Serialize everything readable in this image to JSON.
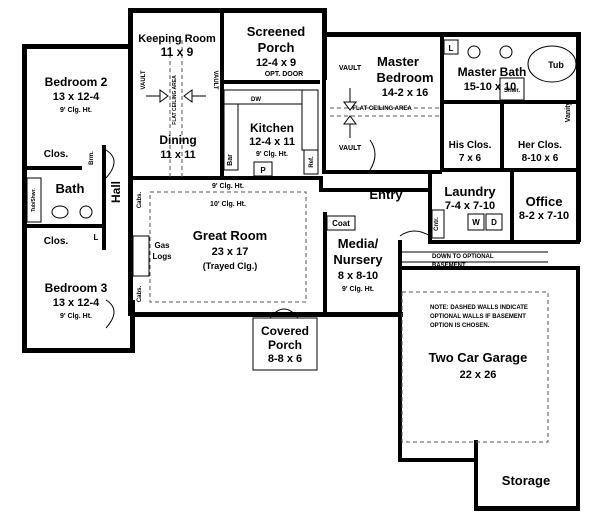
{
  "rooms": {
    "keeping_room": {
      "name": "Keeping Room",
      "size": "11 x 9"
    },
    "screened_porch": {
      "name1": "Screened",
      "name2": "Porch",
      "size": "12-4 x 9",
      "note": "OPT. DOOR"
    },
    "master_bedroom": {
      "name1": "Master",
      "name2": "Bedroom",
      "size": "14-2 x 16"
    },
    "master_bath": {
      "name": "Master Bath",
      "size": "15-10 x 10",
      "tub": "Tub",
      "shower": "Shwr.",
      "vanity": "Vanity",
      "linen": "L"
    },
    "bedroom2": {
      "name": "Bedroom 2",
      "size": "13 x 12-4",
      "ceiling": "9' Clg. Ht."
    },
    "kitchen": {
      "name": "Kitchen",
      "size": "12-4 x 11",
      "ceiling": "9' Clg. Ht.",
      "dw": "DW",
      "bar": "Bar",
      "pantry": "P",
      "ref": "Ref."
    },
    "dining": {
      "name": "Dining",
      "size": "11 x 11"
    },
    "his_closet": {
      "name": "His Clos.",
      "size": "7 x 6"
    },
    "her_closet": {
      "name": "Her Clos.",
      "size": "8-10 x 6"
    },
    "bath": {
      "name": "Bath",
      "tub": "Tub/Shwr.",
      "linen": "L"
    },
    "hall": {
      "name": "Hall"
    },
    "closet_upper": {
      "name": "Clos."
    },
    "closet_lower": {
      "name": "Clos."
    },
    "broom": {
      "name": "Brm."
    },
    "great_room": {
      "name": "Great Room",
      "size": "23 x 17",
      "detail": "(Trayed Clg.)",
      "ceiling9": "9' Clg. Ht.",
      "ceiling10": "10' Clg. Ht.",
      "gas1": "Gas",
      "gas2": "Logs",
      "cabs_upper": "Cabs.",
      "cabs_lower": "Cabs."
    },
    "entry": {
      "name": "Entry",
      "coat": "Coat"
    },
    "laundry": {
      "name": "Laundry",
      "size": "7-4 x 7-10",
      "w": "W",
      "d": "D",
      "counter": "Cntr."
    },
    "office": {
      "name": "Office",
      "size": "8-2 x 7-10"
    },
    "media": {
      "name1": "Media/",
      "name2": "Nursery",
      "size": "8 x 8-10",
      "ceiling": "9' Clg. Ht."
    },
    "bedroom3": {
      "name": "Bedroom 3",
      "size": "13 x 12-4",
      "ceiling": "9' Clg. Ht."
    },
    "covered_porch": {
      "name1": "Covered",
      "name2": "Porch",
      "size": "8-8 x 6"
    },
    "garage": {
      "name": "Two Car Garage",
      "size": "22 x 26"
    },
    "storage": {
      "name": "Storage"
    }
  },
  "notes": {
    "vault": "VAULT",
    "flat_ceiling": "FLAT CEILING AREA",
    "basement_stair1": "DOWN TO OPTIONAL",
    "basement_stair2": "BASEMENT",
    "note_line1": "NOTE: DASHED WALLS INDICATE",
    "note_line2": "OPTIONAL WALLS IF BASEMENT",
    "note_line3": "OPTION IS CHOSEN."
  }
}
